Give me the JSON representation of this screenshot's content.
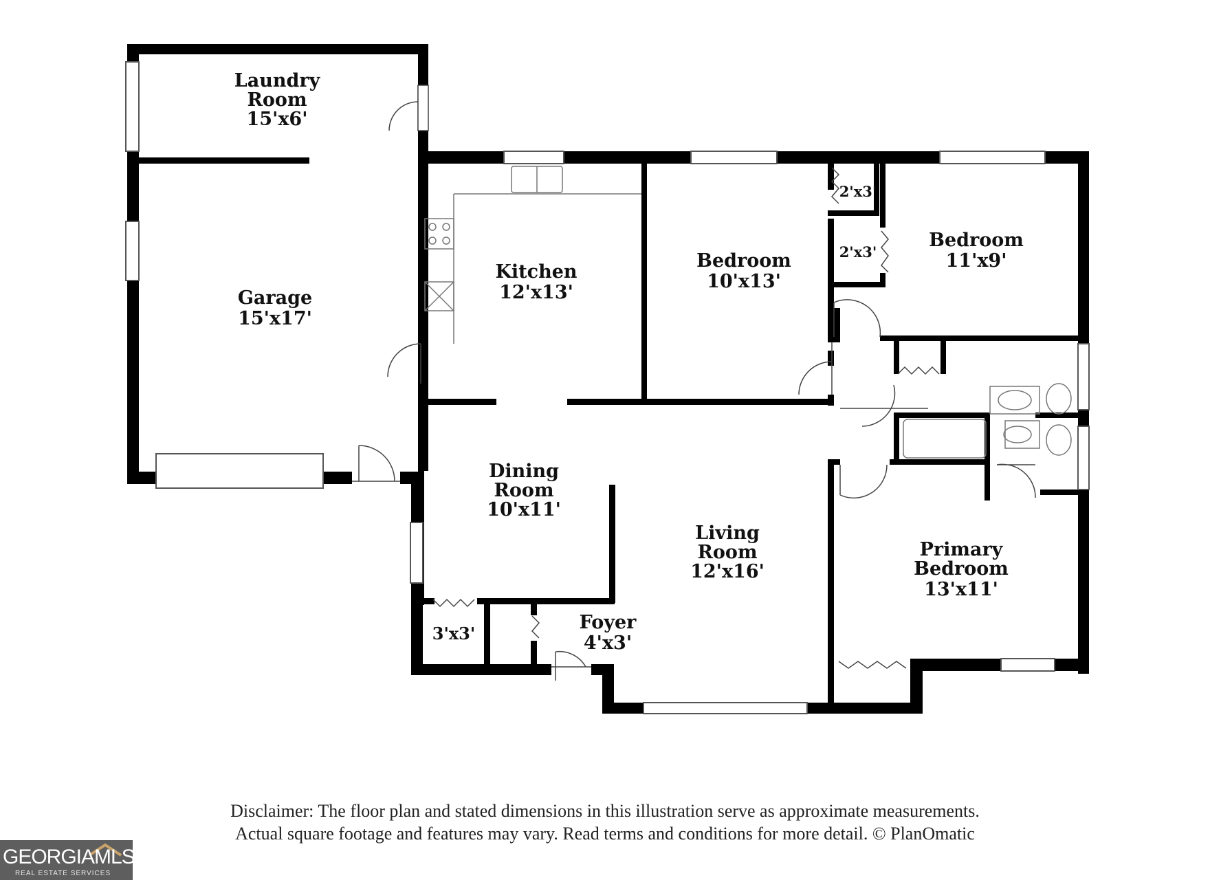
{
  "rooms": {
    "laundry": {
      "name": [
        "Laundry",
        "Room"
      ],
      "size": "15'x6'"
    },
    "garage": {
      "name": [
        "Garage"
      ],
      "size": "15'x17'"
    },
    "kitchen": {
      "name": [
        "Kitchen"
      ],
      "size": "12'x13'"
    },
    "bedroom_mid": {
      "name": [
        "Bedroom"
      ],
      "size": "10'x13'"
    },
    "bedroom_right": {
      "name": [
        "Bedroom"
      ],
      "size": "11'x9'"
    },
    "closet_top": {
      "size": "2'x3'"
    },
    "closet_second": {
      "size": "2'x3'"
    },
    "dining": {
      "name": [
        "Dining",
        "Room"
      ],
      "size": "10'x11'"
    },
    "living": {
      "name": [
        "Living",
        "Room"
      ],
      "size": "12'x16'"
    },
    "primary": {
      "name": [
        "Primary",
        "Bedroom"
      ],
      "size": "13'x11'"
    },
    "foyer": {
      "name": [
        "Foyer"
      ],
      "size": "4'x3'"
    },
    "closet_foyer": {
      "size": "3'x3'"
    }
  },
  "disclaimer": {
    "line1": "Disclaimer: The floor plan and stated dimensions in this illustration serve as approximate measurements.",
    "line2": "Actual square footage and features may vary. Read terms and conditions for more detail. © PlanOmatic"
  },
  "logo": {
    "text": "GEORGIAMLS",
    "sub": "REAL ESTATE SERVICES",
    "bg_color": "#5e5e5e"
  }
}
